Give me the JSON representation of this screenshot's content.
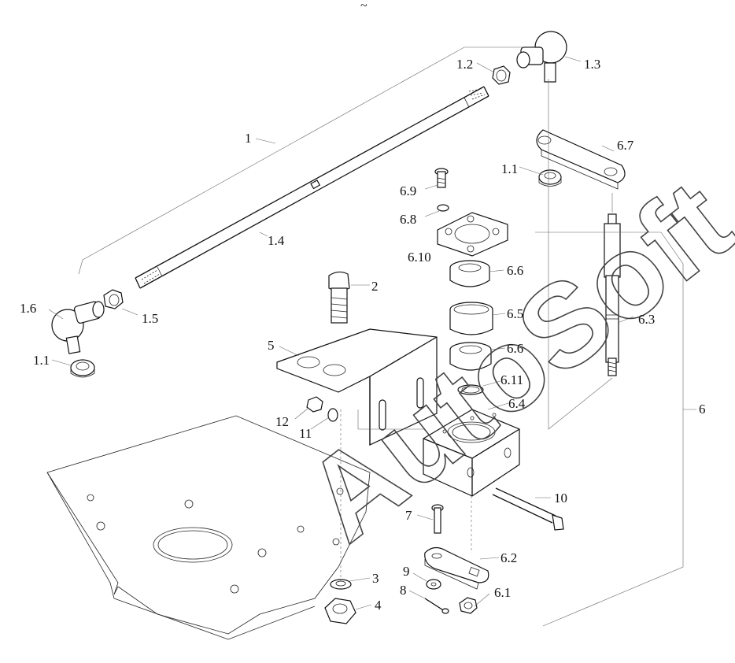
{
  "watermark": "AutoSoft",
  "top_mark": "~",
  "labels": {
    "l1": "1",
    "l1_1a": "1.1",
    "l1_1b": "1.1",
    "l1_2": "1.2",
    "l1_3": "1.3",
    "l1_4": "1.4",
    "l1_5": "1.5",
    "l1_6": "1.6",
    "l2": "2",
    "l3": "3",
    "l4": "4",
    "l5": "5",
    "l6": "6",
    "l6_1": "6.1",
    "l6_2": "6.2",
    "l6_3": "6.3",
    "l6_4": "6.4",
    "l6_5": "6.5",
    "l6_6a": "6.6",
    "l6_6b": "6.6",
    "l6_7": "6.7",
    "l6_8": "6.8",
    "l6_9": "6.9",
    "l6_10": "6.10",
    "l6_11": "6.11",
    "l7": "7",
    "l8": "8",
    "l9": "9",
    "l10": "10",
    "l11": "11",
    "l12": "12"
  }
}
